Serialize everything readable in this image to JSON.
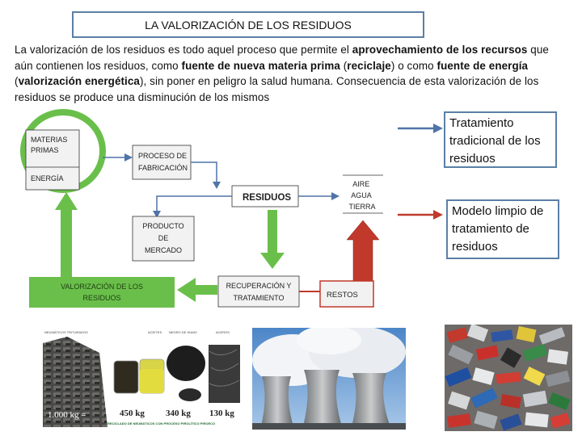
{
  "title": "LA VALORIZACIÓN DE LOS RESIDUOS",
  "intro": {
    "p1": "La valorización de los residuos es todo aquel proceso que permite el ",
    "b1": "aprovechamiento de los recursos",
    "p2": " que aún contienen los residuos, como ",
    "b2": "fuente de nueva materia prima",
    "p3": " (",
    "b3": "reciclaje",
    "p4": ") o como ",
    "b4": "fuente de energía",
    "p5": " (",
    "b5": "valorización energética",
    "p6": "), sin poner en peligro la salud humana. Consecuencia de esta valorización de los residuos se produce una disminución de los mismos"
  },
  "legend": {
    "traditional": "Tratamiento tradicional de los residuos",
    "clean": "Modelo limpio de tratamiento de residuos",
    "traditional_color": "#4f74a8",
    "clean_color": "#c0392b"
  },
  "diagram": {
    "materias_primas": "MATERIAS PRIMAS",
    "energia": "ENERGÍA",
    "proceso": "PROCESO DE FABRICACIÓN",
    "residuos": "RESIDUOS",
    "aire": "AIRE",
    "agua": "AGUA",
    "tierra": "TIERRA",
    "producto": "PRODUCTO DE MERCADO",
    "valorizacion": "VALORIZACIÓN DE LOS RESIDUOS",
    "recuperacion": "RECUPERACIÓN Y TRATAMIENTO",
    "restos": "RESTOS",
    "green": "#6abf4b",
    "box_fill": "#f2f2f2"
  },
  "photo1": {
    "label_top_1": "NEUMÁTICOS TRITURADOS",
    "label_top_2": "ACEITES",
    "label_top_3": "NEGRO DE HUMO",
    "label_top_4": "ACEROS",
    "qty_1": "1.000 kg =",
    "qty_2": "450 kg",
    "qty_3": "340 kg",
    "qty_4": "130 kg",
    "caption": "RECICLADO DE NEUMÁTICOS CON PROCESO PIROLÍTICO PIROECO"
  }
}
